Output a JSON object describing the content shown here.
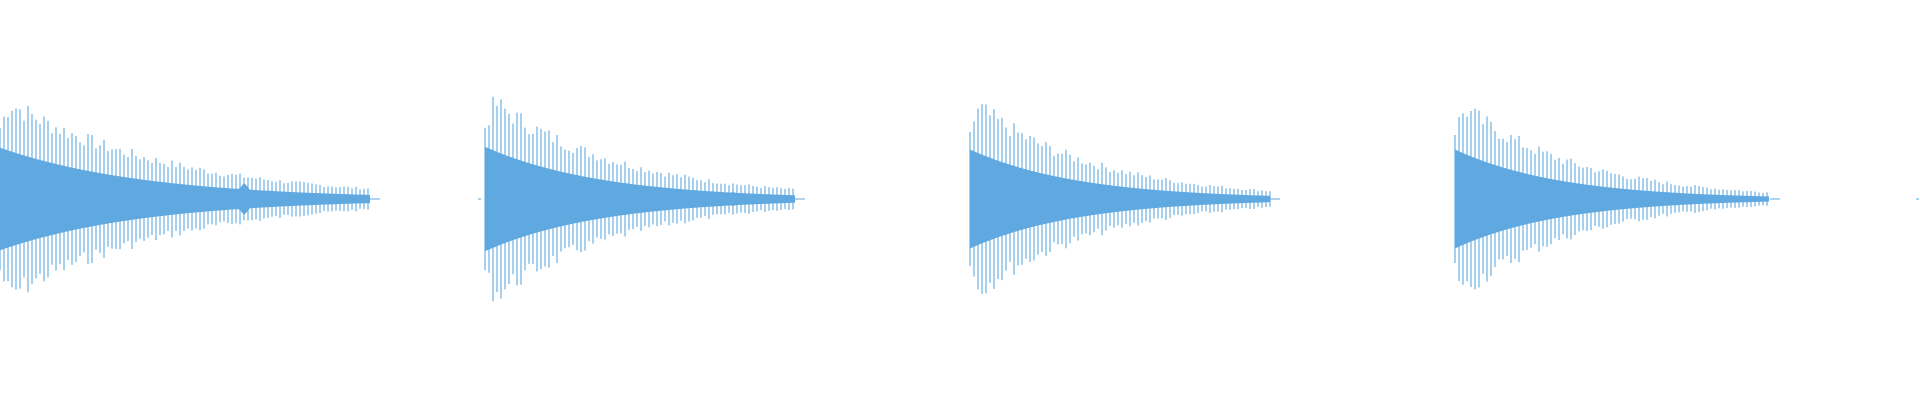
{
  "waveform": {
    "color": "#5fa8e0",
    "background": "#ffffff",
    "strikes": [
      {
        "peak": 0.57,
        "decay": 2.3,
        "tail": [
          {
            "at": 0.66,
            "amp": 0.09
          },
          {
            "at": 0.82,
            "amp": 0.03
          }
        ]
      },
      {
        "peak": 0.58,
        "decay": 2.4,
        "tail": [
          {
            "at": 0.8,
            "amp": 0.04
          }
        ]
      },
      {
        "peak": 0.55,
        "decay": 2.5,
        "tail": [
          {
            "at": 0.8,
            "amp": 0.03
          }
        ]
      },
      {
        "peak": 0.55,
        "decay": 2.7,
        "tail": [
          {
            "at": 0.78,
            "amp": 0.02
          }
        ]
      }
    ]
  }
}
